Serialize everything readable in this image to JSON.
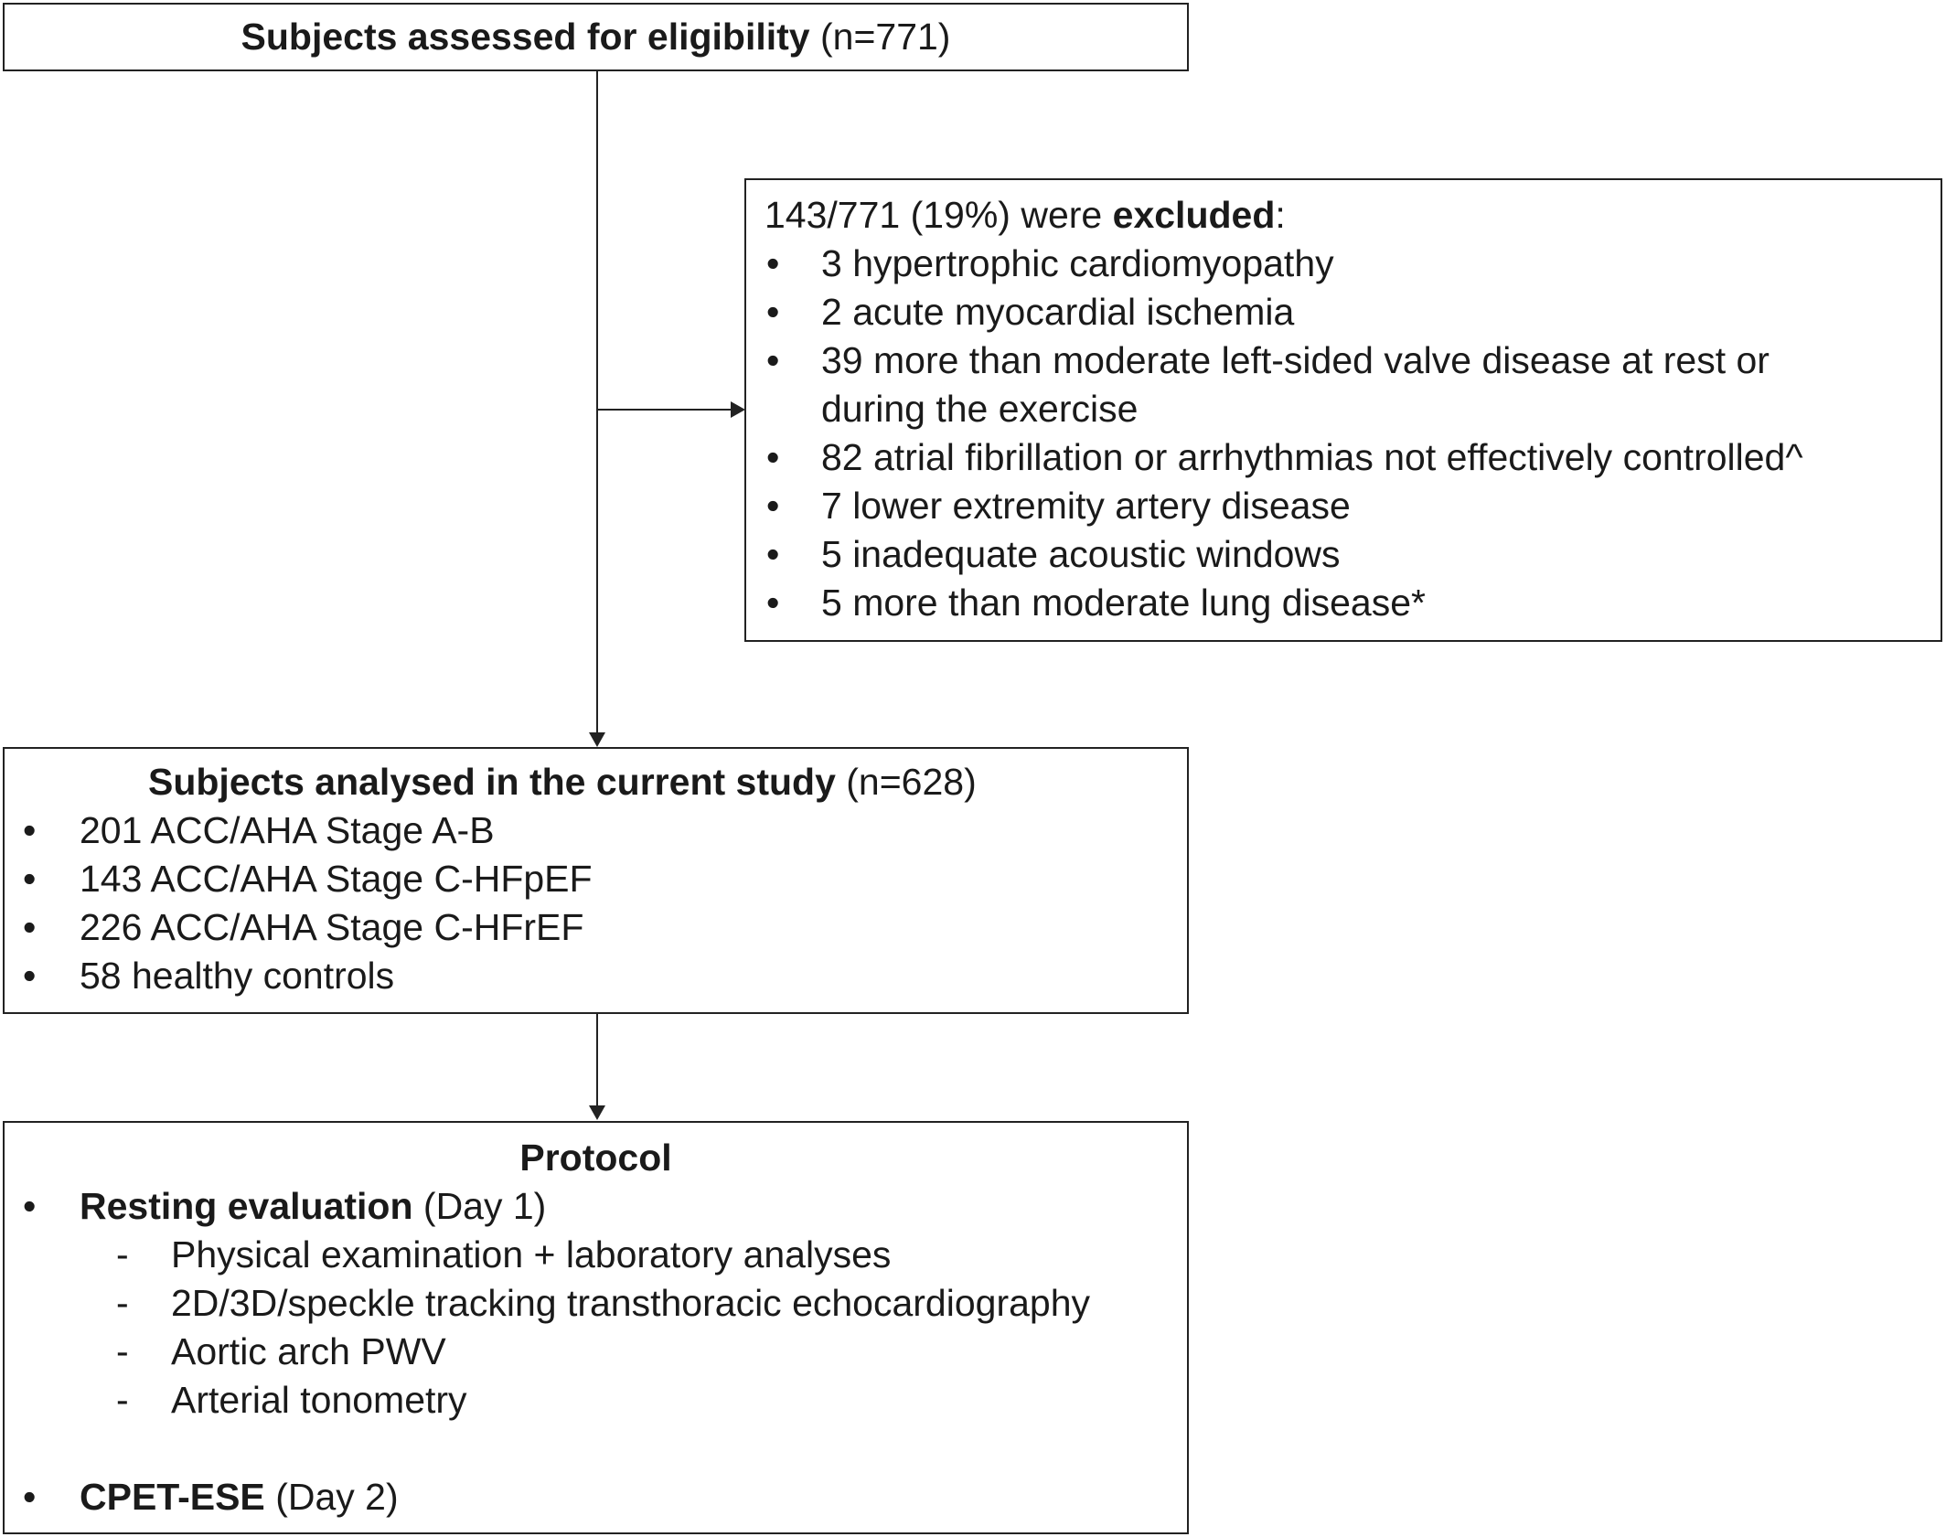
{
  "eligibility": {
    "label": "Subjects assessed for eligibility",
    "count": "(n=771)"
  },
  "excluded": {
    "intro": "143/771 (19%) were",
    "bold": "excluded",
    "suffix": ":",
    "bullet_glyph": "•",
    "items": [
      "3 hypertrophic cardiomyopathy",
      "2 acute myocardial ischemia",
      "39 more than moderate left-sided valve disease at rest or",
      "during the exercise",
      "82 atrial fibrillation or arrhythmias not effectively controlled^",
      "7 lower extremity artery disease",
      "5 inadequate acoustic windows",
      "5 more than moderate lung disease*"
    ]
  },
  "analysed": {
    "label": "Subjects analysed in the current study",
    "count": "(n=628)",
    "items": [
      "201 ACC/AHA Stage A-B",
      "143 ACC/AHA Stage C-HFpEF",
      "226 ACC/AHA Stage C-HFrEF",
      "58 healthy controls"
    ]
  },
  "protocol": {
    "title": "Protocol",
    "resting_label": "Resting evaluation",
    "resting_day": "(Day 1)",
    "dash_glyph": "-",
    "resting_items": [
      "Physical examination + laboratory analyses",
      "2D/3D/speckle tracking transthoracic echocardiography",
      "Aortic arch PWV",
      "Arterial tonometry"
    ],
    "cpet_label": "CPET-ESE",
    "cpet_day": "(Day 2)"
  }
}
